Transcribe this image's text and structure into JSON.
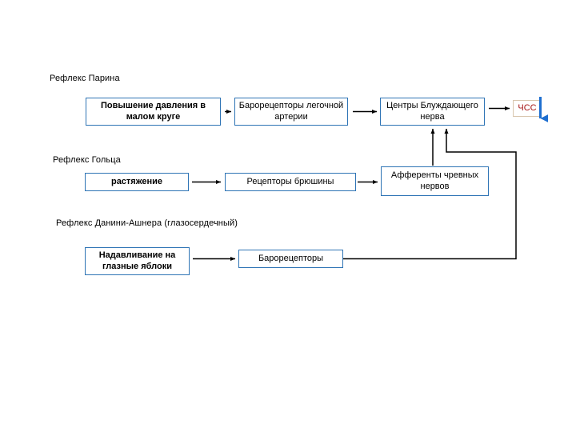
{
  "diagram": {
    "sections": [
      {
        "id": "parin",
        "title": "Рефлекс Парина"
      },
      {
        "id": "goltz",
        "title": "Рефлекс Гольца"
      },
      {
        "id": "danini",
        "title": "Рефлекс Данини-Ашнера (глазосердечный)"
      }
    ],
    "nodes": [
      {
        "id": "pressure",
        "label": "Повышение давления в малом круге"
      },
      {
        "id": "baro_pulm",
        "label": "Барорецепторы легочной артерии"
      },
      {
        "id": "vagus",
        "label": "Центры Блуждающего нерва"
      },
      {
        "id": "hr",
        "label": "ЧСС"
      },
      {
        "id": "stretch",
        "label": "растяжение"
      },
      {
        "id": "peritoneum",
        "label": "Рецепторы брюшины"
      },
      {
        "id": "afferents",
        "label": "Афференты чревных нервов"
      },
      {
        "id": "eyeballs",
        "label": "Надавливание на глазные яблоки"
      },
      {
        "id": "baro_eye",
        "label": "Барорецепторы"
      }
    ],
    "colors": {
      "node_border": "#2e74b5",
      "hr_border": "#d9c6ae",
      "hr_text": "#a51515",
      "arrow_down": "#1f6fd0",
      "wire": "#000000",
      "background": "#ffffff"
    },
    "indicators": [
      {
        "id": "hr-decrease-arrow",
        "name": "down-arrow",
        "direction": "down"
      }
    ]
  }
}
